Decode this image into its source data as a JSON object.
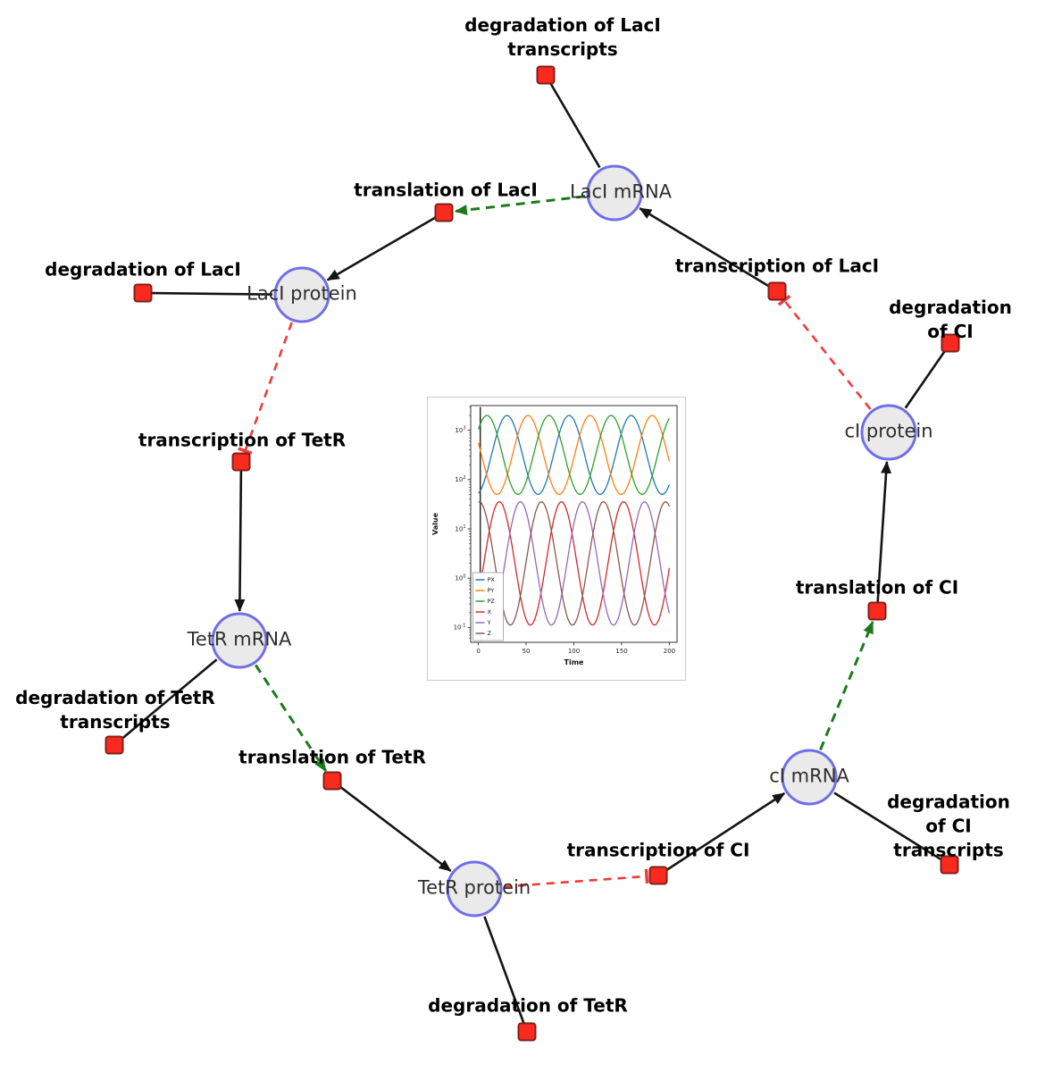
{
  "diagram": {
    "species": [
      {
        "label": "LacI mRNA"
      },
      {
        "label": "LacI protein"
      },
      {
        "label": "cI protein"
      },
      {
        "label": "TetR mRNA"
      },
      {
        "label": "cI mRNA"
      },
      {
        "label": "TetR protein"
      }
    ],
    "reactions": [
      {
        "label": "degradation of LacI\ntranscripts"
      },
      {
        "label": "translation of LacI"
      },
      {
        "label": "degradation of LacI"
      },
      {
        "label": "transcription of LacI"
      },
      {
        "label": "degradation of CI"
      },
      {
        "label": "transcription of TetR"
      },
      {
        "label": "degradation of TetR\ntranscripts"
      },
      {
        "label": "translation of TetR"
      },
      {
        "label": "translation of CI"
      },
      {
        "label": "transcription of CI"
      },
      {
        "label": "degradation of CI\ntranscripts"
      },
      {
        "label": "degradation of TetR"
      }
    ],
    "colors": {
      "species_fill": "#eaeaea",
      "species_border": "#6f6fe8",
      "reaction_fill": "#fa2a1f",
      "reaction_border": "#7e211a",
      "production_edge": "#141414",
      "modifier_edge": "#1c7a1c",
      "inhibition_edge": "#ee3b3b"
    }
  },
  "chart_data": {
    "type": "line",
    "title": "",
    "xlabel": "Time",
    "ylabel": "Value",
    "x_range": [
      0,
      200
    ],
    "x_ticks": [
      0,
      50,
      100,
      150,
      200
    ],
    "y_scale": "log10",
    "y_tick_exponents": [
      -1,
      0,
      1,
      2,
      3
    ],
    "y_range_log10": [
      -1.3,
      3.5
    ],
    "legend_position": "lower left",
    "waveform": "phase-shifted limit-cycle oscillations; values approximated as sinusoids in log10 space read from the plot",
    "series": [
      {
        "name": "PX",
        "color": "#1f77b4",
        "min": 50,
        "max": 2000,
        "log10_center": 2.5,
        "log10_amplitude": 0.8,
        "period": 65,
        "peak_time": 30
      },
      {
        "name": "PY",
        "color": "#ff7f0e",
        "min": 50,
        "max": 2000,
        "log10_center": 2.5,
        "log10_amplitude": 0.8,
        "period": 65,
        "peak_time": 52
      },
      {
        "name": "PZ",
        "color": "#2ca02c",
        "min": 50,
        "max": 2000,
        "log10_center": 2.5,
        "log10_amplitude": 0.8,
        "period": 65,
        "peak_time": 74
      },
      {
        "name": "X",
        "color": "#d62728",
        "min": 0.11,
        "max": 35,
        "log10_center": 0.3,
        "log10_amplitude": 1.25,
        "period": 65,
        "peak_time": 22
      },
      {
        "name": "Y",
        "color": "#9467bd",
        "min": 0.11,
        "max": 35,
        "log10_center": 0.3,
        "log10_amplitude": 1.25,
        "period": 65,
        "peak_time": 44
      },
      {
        "name": "Z",
        "color": "#8c564b",
        "min": 0.11,
        "max": 35,
        "log10_center": 0.3,
        "log10_amplitude": 1.25,
        "period": 65,
        "peak_time": 66
      }
    ],
    "initial_transient": {
      "time": 2,
      "spans_full_range": true
    }
  }
}
